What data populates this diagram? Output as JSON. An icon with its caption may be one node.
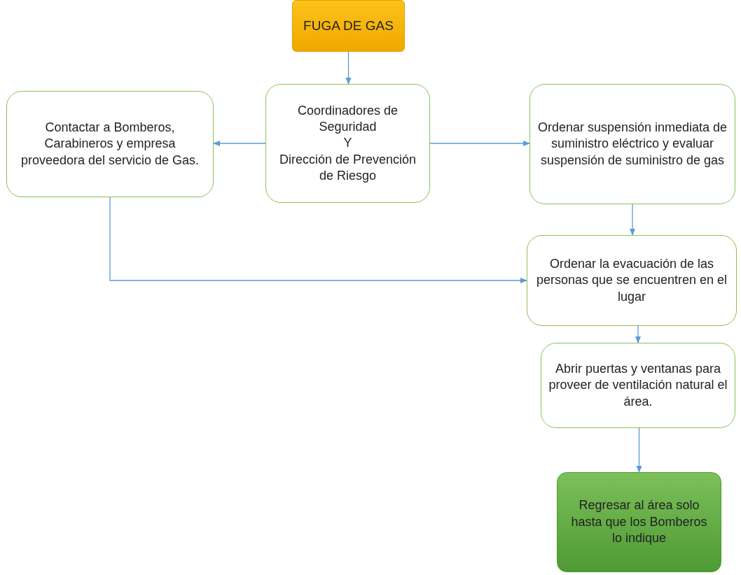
{
  "diagram": {
    "nodes": [
      {
        "text": [
          "FUGA DE GAS"
        ]
      },
      {
        "text": [
          "Coordinadores de Seguridad",
          "Y",
          "Dirección de Prevención de Riesgo"
        ]
      },
      {
        "text": [
          "Contactar a Bomberos, Carabineros y empresa proveedora del servicio de Gas."
        ]
      },
      {
        "text": [
          "Ordenar suspensión inmediata de suministro eléctrico y evaluar suspensión de suministro de gas"
        ]
      },
      {
        "text": [
          "Ordenar la evacuación de las personas que se encuentren en el lugar"
        ]
      },
      {
        "text": [
          "Abrir puertas y ventanas para proveer de ventilación natural el área."
        ]
      },
      {
        "text": [
          "Regresar al área solo hasta que los Bomberos lo indique"
        ]
      }
    ],
    "edges": [
      {
        "from": 0,
        "to": 1,
        "arrow": "to"
      },
      {
        "from": 1,
        "to": 2,
        "arrow": "to"
      },
      {
        "from": 1,
        "to": 3,
        "arrow": "to"
      },
      {
        "from": 3,
        "to": 4,
        "arrow": "to"
      },
      {
        "from": 2,
        "to": 4,
        "arrow": "to"
      },
      {
        "from": 4,
        "to": 5,
        "arrow": "to"
      },
      {
        "from": 5,
        "to": 6,
        "arrow": "to"
      }
    ]
  }
}
